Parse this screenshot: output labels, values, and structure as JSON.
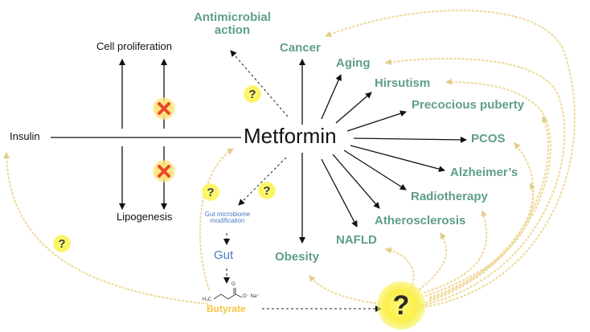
{
  "center": {
    "label": "Metformin"
  },
  "outcomes": {
    "antimicrobial_line1": "Antimicrobial",
    "antimicrobial_line2": "action",
    "cancer": "Cancer",
    "aging": "Aging",
    "hirsutism": "Hirsutism",
    "precocious_puberty": "Precocious puberty",
    "pcos": "PCOS",
    "alzheimers": "Alzheimer’s",
    "radiotherapy": "Radiotherapy",
    "atherosclerosis": "Atherosclerosis",
    "nafld": "NAFLD",
    "obesity": "Obesity"
  },
  "left": {
    "insulin": "Insulin",
    "cell_proliferation": "Cell proliferation",
    "lipogenesis": "Lipogenesis"
  },
  "gut": {
    "microbiome_line1": "Gut microbiome",
    "microbiome_line2": "modification",
    "gut": "Gut",
    "butyrate": "Butyrate",
    "chem_h3c": "H₃C",
    "chem_o": "O",
    "chem_ona": "O⁻ Na⁺"
  },
  "unknown_marker": "?",
  "colors": {
    "outcome_green": "#5f9e89",
    "feedback_dots": "#f0dca0",
    "question_glow": "#fbf45a",
    "gut_blue": "#4a78c4",
    "butyrate_gold": "#f5c542",
    "block_x": "#e8492b"
  }
}
